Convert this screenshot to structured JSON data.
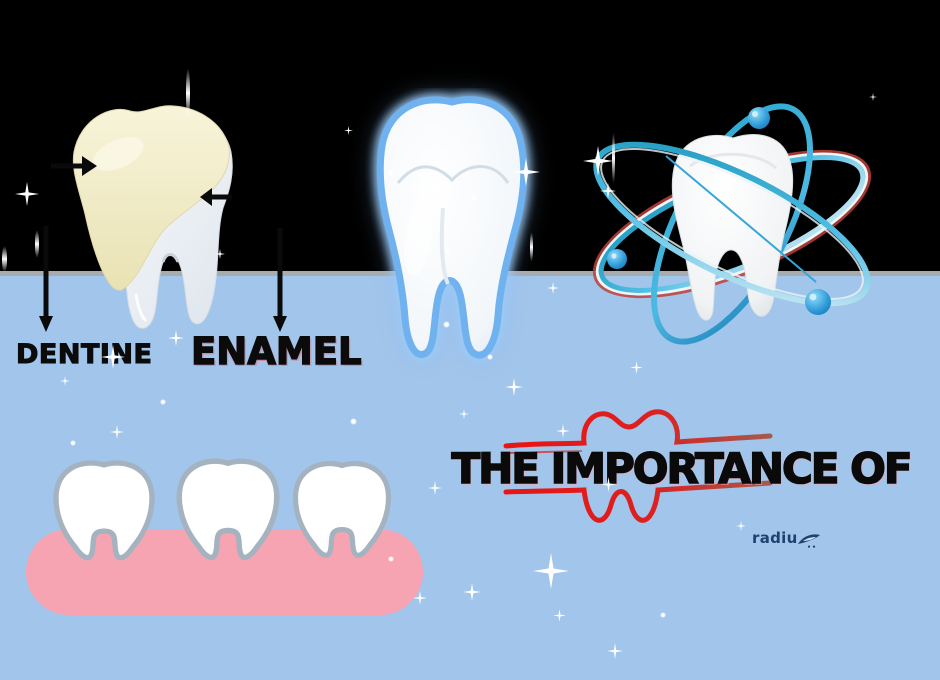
{
  "poster": {
    "title": "THE IMPORTANCE OF",
    "diagram_labels": {
      "dentine": "DENTINE",
      "enamel": "ENAMEL"
    },
    "brand": {
      "name": "radiu",
      "icon": "swoosh-icon"
    },
    "icons": [
      "dentine-enamel-tooth-illustration",
      "protected-tooth-illustration",
      "atom-tooth-illustration",
      "gums-teeth-row-illustration",
      "red-tooth-outline-logo",
      "sparkle-icon",
      "arrow-icon"
    ],
    "colors": {
      "background_top": "#000000",
      "background_bottom": "#a2c5eb",
      "divider_gray": "#a9acaf",
      "gum_pink": "#f7a4b2",
      "dentine_cream": "#f0ebc4",
      "enamel_outline_pink": "#d67690",
      "logo_red": "#df1c1c",
      "brand_navy": "#20406e",
      "label_black": "#0b0b0b",
      "shield_blue": "#6fb2ef",
      "orbit_teal": "#1795ba",
      "electron_blue": "#1f8fd0"
    }
  }
}
